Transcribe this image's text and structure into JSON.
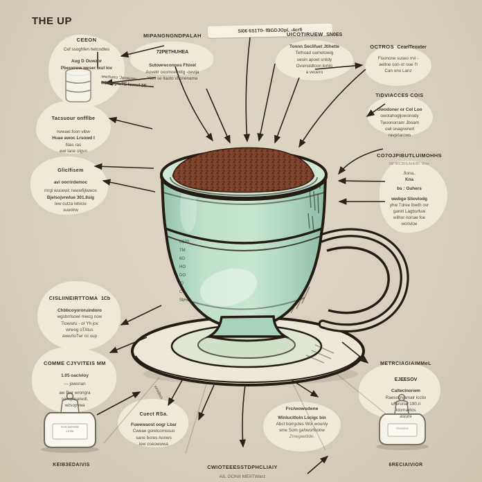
{
  "title": "THE UP",
  "colors": {
    "background": "#d7cfbe",
    "bubble": "#f0ebdb",
    "cup_mint": "#b7dbc7",
    "coffee_brown": "#7b4129",
    "ink": "#2b2318"
  },
  "cup": {
    "scale_marks": [
      "6C70",
      "TM",
      "6O",
      "HO",
      "DO",
      "ID",
      "C",
      "Sb"
    ],
    "saucer_note": "wrwibss"
  },
  "jars": {
    "bottom_left_text_1": "SAE BONOK",
    "bottom_left_text_2": "Lmse",
    "bottom_left_caption": "KEIB3EDAIVIS",
    "bottom_right_text": "Ctwsslwr",
    "bottom_right_caption": "6RECIAIVIOR"
  },
  "labels": {
    "ceeon": {
      "heading": "CEEON",
      "lines": [
        "Cef ssoghfen hetcodtes",
        "Aug D Ouwzor",
        "Pbeuvrow weser ,xul lov"
      ]
    },
    "jar_note": {
      "lines": [
        "wwrtuno 'Jwwenw-",
        "SSIunlyloTE lowwl 3E"
      ]
    },
    "top_center": {
      "heading": "MIPANGNGNDPALAH",
      "subheading": "72PETHUHEA",
      "lines": [
        "Sutowreconnes Fhixel",
        "Auvelir oxomoemtilg -oevija",
        "Yion se ltaoto vftonenama"
      ]
    },
    "top_strip": {
      "text": "SI06 6S1T0- fBGDJOpL  -4crfi"
    },
    "top_right": {
      "heading": "UICOTIRUEW",
      "subheading": "SN0ES",
      "lines": [
        "Tonnn Seclifuet Jtlhette",
        "Tethoad oametowig",
        "uesin apoet snlidy",
        "Ovoinsldtcon lomls",
        "a veuero"
      ]
    },
    "octros": {
      "heading": "OCTROS",
      "subheading": "CearlTeoxter",
      "lines": [
        "Fisonone suseo rrvi -",
        "aeltne oon-or oue I'l",
        "Can ono Lanz"
      ]
    },
    "tidviacces": {
      "heading": "TIDVIACCES COIS",
      "lines": [
        "Gwodoner or Col Loo",
        "owotahogljowonody",
        "Twoonorranr Jboam",
        "owl onagrwrwrl",
        "ravprlarows"
      ]
    },
    "comptbl": {
      "heading": "CO7OJPIBUTLUIMOHHS",
      "subheading": "IW WCBIEAIAIBI Wwr",
      "lines": [
        ".fiona..",
        "Kna",
        "bs :   Guhers",
        "wwbge Sliovlodg",
        "yhw Tdree lbwth ovr",
        "ganirl Lagbsrfuw",
        "wilhor nonae foe",
        "wonvloe"
      ]
    },
    "metrc": {
      "heading": "METRCIAGIAIMMeL",
      "subheading": "EJEESOV",
      "lines": [
        "Calteclnorwm",
        "Raesocrvamalr lcctio",
        "uhtiruriat 190.ri",
        "Idomaxtos",
        "asiure"
      ]
    },
    "bottom_right": {
      "heading": "Frc/wowsdene",
      "lines": [
        "Winlucitloln Lscigc bin",
        "Abct borrgcles Wor wouniy",
        "sme Som gahworfoonw",
        "Zmegaetilde."
      ]
    },
    "bottom_center": {
      "heading": "CWIOTEEESSTDPHCLIAIY",
      "line": "AIL GONII MEIITWarz"
    },
    "bottom_left_bubble": {
      "heading": "Cuect RSa.",
      "lines": [
        "Fuwewaost oogr Lbar",
        "Cweae gorelcomssuo",
        "sane bores Aonws",
        "lew coeowwwa"
      ]
    },
    "comme": {
      "heading": "COMME CJYVITEIS MM",
      "lines": [
        "1.05 oacivioy",
        "—  jowsnan",
        "aw Bwr wrongra",
        "sorwpinarwdl,",
        "wzsopvwa"
      ]
    },
    "tacsuour": {
      "heading": "Tacsuour onfflbe",
      "lines": [
        "rwwaei.foon vibw",
        "Huae awoc Lrsowd I",
        "fdas ras",
        "ewl lane olgvn"
      ]
    },
    "gliclf": {
      "heading": "Gliclfisem",
      "lines": [
        "avi oorrirdemoc",
        "mrgi wuoewc  rwwwfijlwwos",
        "Bjelsojvrwlue 301.8sig",
        "lew cutza lebicie",
        "suuolrw"
      ]
    },
    "cisliine": {
      "heading": "CISLIINEIRTTOMA",
      "subheading": "1Cb",
      "lines": [
        "Chbbcoyororuindoro",
        "wgsbrrlsowI mwcg now",
        "Tlowwru - or Yh jov",
        "wrwog oTAtus",
        "awwrtoTwr cc vup"
      ]
    }
  }
}
